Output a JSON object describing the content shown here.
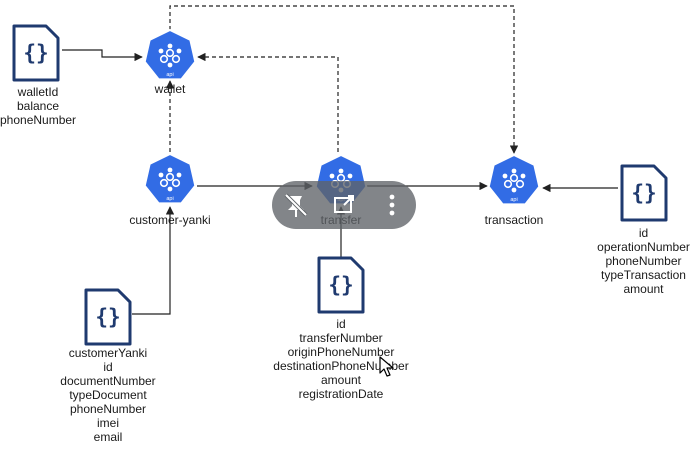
{
  "colors": {
    "service": "#326ce5",
    "document": "#1f3a6f",
    "line": "#222222",
    "overlay": "#5f6368"
  },
  "services": {
    "wallet": {
      "label": "wallet",
      "icon": "kubernetes-api-icon",
      "badge": "api"
    },
    "customer_yanki": {
      "label": "customer-yanki",
      "icon": "kubernetes-api-icon",
      "badge": "api"
    },
    "transfer": {
      "label": "transfer",
      "icon": "kubernetes-api-icon",
      "badge": "api"
    },
    "transaction": {
      "label": "transaction",
      "icon": "kubernetes-api-icon",
      "badge": "api"
    }
  },
  "documents": {
    "wallet_doc": {
      "icon": "json-file-icon",
      "glyph": "{}",
      "fields": [
        "walletId",
        "balance",
        "phoneNumber"
      ]
    },
    "customer_doc": {
      "icon": "json-file-icon",
      "glyph": "{}",
      "fields": [
        "customerYanki",
        "id",
        "documentNumber",
        "typeDocument",
        "phoneNumber",
        "imei",
        "email"
      ]
    },
    "transfer_doc": {
      "icon": "json-file-icon",
      "glyph": "{}",
      "fields": [
        "id",
        "transferNumber",
        "originPhoneNumber",
        "destinationPhoneNumber",
        "amount",
        "registrationDate"
      ]
    },
    "transaction_doc": {
      "icon": "json-file-icon",
      "glyph": "{}",
      "fields": [
        "id",
        "operationNumber",
        "phoneNumber",
        "typeTransaction",
        "amount"
      ]
    }
  },
  "overlay": {
    "buttons": [
      {
        "icon": "unpin-icon"
      },
      {
        "icon": "open-in-new-icon"
      },
      {
        "icon": "more-vertical-icon"
      }
    ]
  },
  "cursor": {
    "icon": "mouse-pointer-icon"
  }
}
